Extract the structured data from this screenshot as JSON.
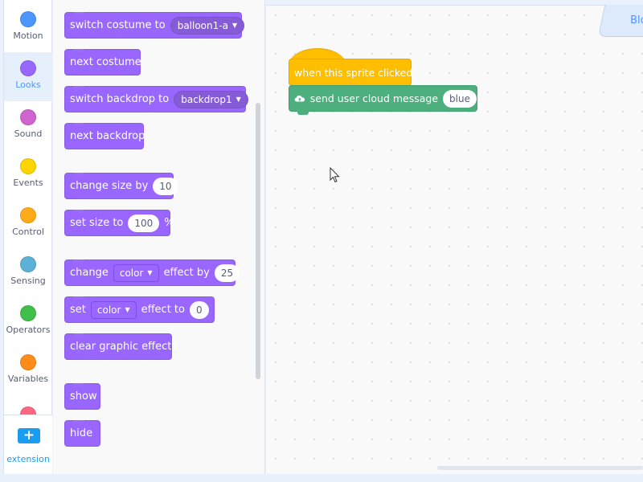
{
  "categories": [
    {
      "label": "Motion",
      "color": "#4c97ff",
      "icon": "motion-dot-icon"
    },
    {
      "label": "Looks",
      "color": "#9966ff",
      "icon": "looks-dot-icon",
      "active": true
    },
    {
      "label": "Sound",
      "color": "#cf63cf",
      "icon": "sound-dot-icon"
    },
    {
      "label": "Events",
      "color": "#ffd500",
      "icon": "events-dot-icon"
    },
    {
      "label": "Control",
      "color": "#ffab19",
      "icon": "control-dot-icon"
    },
    {
      "label": "Sensing",
      "color": "#5cb1d6",
      "icon": "sensing-dot-icon"
    },
    {
      "label": "Operators",
      "color": "#40bf4a",
      "icon": "operators-dot-icon"
    },
    {
      "label": "Variables",
      "color": "#ff8c1a",
      "icon": "variables-dot-icon"
    },
    {
      "label": "",
      "color": "#ff6680",
      "icon": "myblocks-dot-icon"
    }
  ],
  "extension": {
    "label": "extension",
    "icon_glyph": "+"
  },
  "palette": {
    "switch_costume": {
      "text": "switch costume to",
      "value": "balloon1-a"
    },
    "next_costume": {
      "text": "next costume"
    },
    "switch_backdrop": {
      "text": "switch backdrop to",
      "value": "backdrop1"
    },
    "next_backdrop": {
      "text": "next backdrop"
    },
    "change_size": {
      "text": "change size by",
      "value": "10"
    },
    "set_size": {
      "text": "set size to",
      "value": "100",
      "suffix": "%"
    },
    "change_effect": {
      "text": "change",
      "effect": "color",
      "text2": "effect by",
      "value": "25"
    },
    "set_effect": {
      "text": "set",
      "effect": "color",
      "text2": "effect to",
      "value": "0"
    },
    "clear_effects": {
      "text": "clear graphic effects"
    },
    "show": {
      "text": "show"
    },
    "hide": {
      "text": "hide"
    },
    "dropdown_arrow": "▼"
  },
  "workspace": {
    "tab_label": "Blo",
    "hat_block": {
      "text": "when this sprite clicked",
      "color": "#ffbf00"
    },
    "cloud_block": {
      "text": "send user cloud message",
      "value": "blue",
      "color": "#4caf7d",
      "icon": "cloud-upload-icon"
    }
  },
  "colors": {
    "looks": "#9966ff",
    "accent": "#4c97ff"
  }
}
